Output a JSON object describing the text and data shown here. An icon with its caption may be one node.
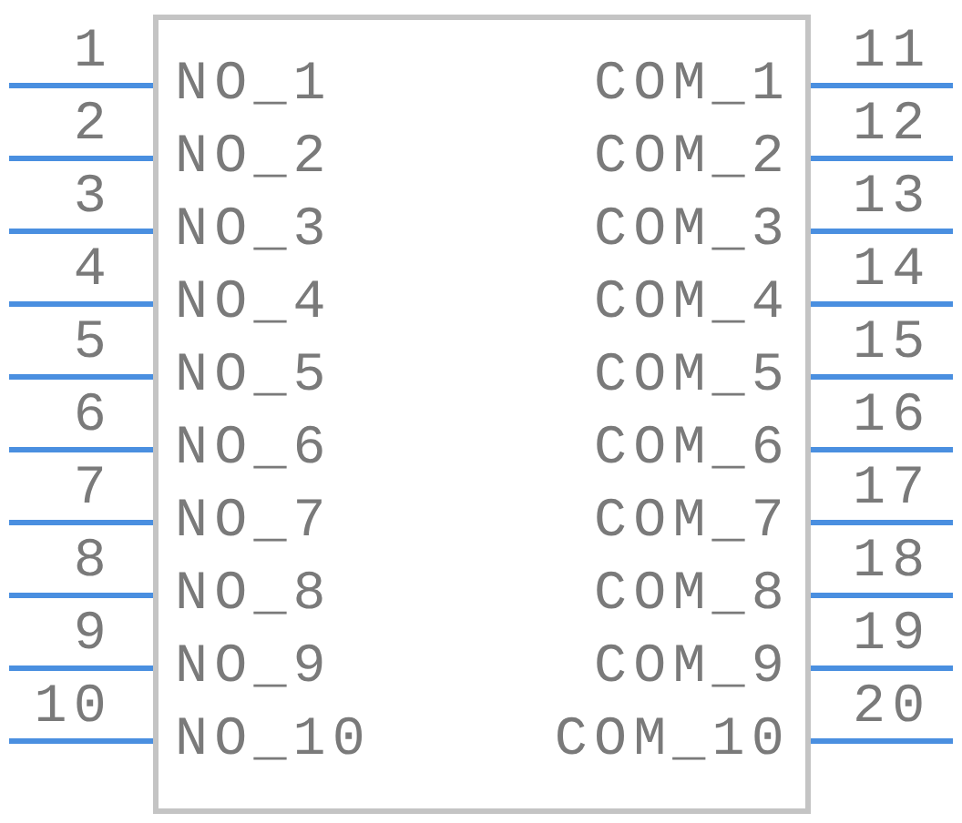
{
  "diagram": {
    "nodes": [
      {
        "text": [
          "NO_1",
          "COM_1",
          "NO_2",
          "COM_2",
          "NO_3",
          "COM_3",
          "NO_4",
          "COM_4",
          "NO_5",
          "COM_5",
          "NO_6",
          "COM_6",
          "NO_7",
          "COM_7",
          "NO_8",
          "COM_8",
          "NO_9",
          "COM_9",
          "NO_10",
          "COM_10"
        ]
      }
    ],
    "labels": [
      "1",
      "11",
      "2",
      "12",
      "3",
      "13",
      "4",
      "14",
      "5",
      "15",
      "6",
      "16",
      "7",
      "17",
      "8",
      "18",
      "9",
      "19",
      "10",
      "20"
    ]
  }
}
